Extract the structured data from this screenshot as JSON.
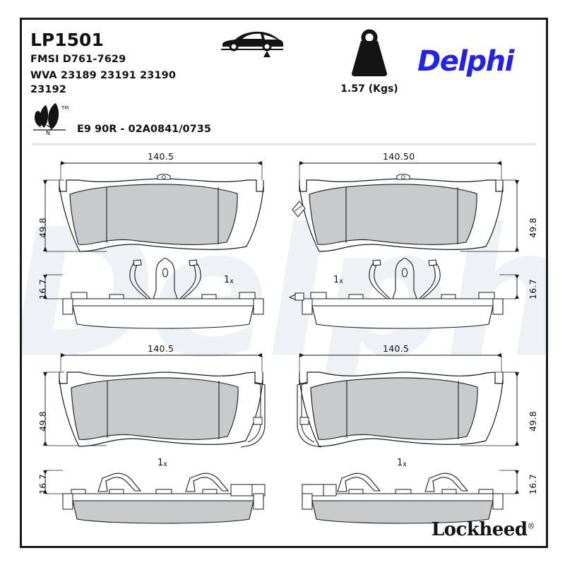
{
  "header": {
    "part_number": "LP1501",
    "fmsi_label": "FMSI D761-7629",
    "wva_line1": "WVA 23189 23191 23190",
    "wva_line2": "23192",
    "eco_icon": "eco-leaf-icon",
    "eco_tm": "™",
    "eco_letter": "N",
    "homologation": "E9 90R - 02A0841/0735",
    "axle_icon": "car-rear-axle-icon",
    "weight_icon": "weight-kettlebell-icon",
    "weight_value": "1.57 (Kgs)",
    "brand": "Delphi",
    "brand_color": "#2222EE"
  },
  "watermark": {
    "text": "Delphi",
    "color": "#eef1f5"
  },
  "drawings": [
    {
      "id": "pad-top-left",
      "view": "front-face",
      "width_mm": "140.5",
      "height_mm": "49.8",
      "thickness_mm": "16.7",
      "quantity": "1",
      "quantity_suffix": "x",
      "accessory": "wire-spring-clips",
      "dim_side": "left"
    },
    {
      "id": "pad-top-right",
      "view": "front-face",
      "width_mm": "140.50",
      "height_mm": "49.8",
      "thickness_mm": "16.7",
      "quantity": "1",
      "quantity_suffix": "x",
      "accessory": "wire-spring-clips",
      "dim_side": "right"
    },
    {
      "id": "pad-bottom-left",
      "view": "front-face",
      "width_mm": "140.5",
      "height_mm": "49.8",
      "thickness_mm": "16.7",
      "quantity": "1",
      "quantity_suffix": "x",
      "accessory": "arch-retaining-clips",
      "dim_side": "left"
    },
    {
      "id": "pad-bottom-right",
      "view": "front-face",
      "width_mm": "140.5",
      "height_mm": "49.8",
      "thickness_mm": "16.7",
      "quantity": "1",
      "quantity_suffix": "x",
      "accessory": "arch-retaining-clips",
      "dim_side": "right"
    }
  ],
  "footer": {
    "brand": "Lockheed",
    "registered_mark": "®"
  },
  "colors": {
    "friction_material": "#c8cacb",
    "backing_plate": "#ffffff",
    "line": "#1a1a1a",
    "accent": "#2222EE"
  }
}
